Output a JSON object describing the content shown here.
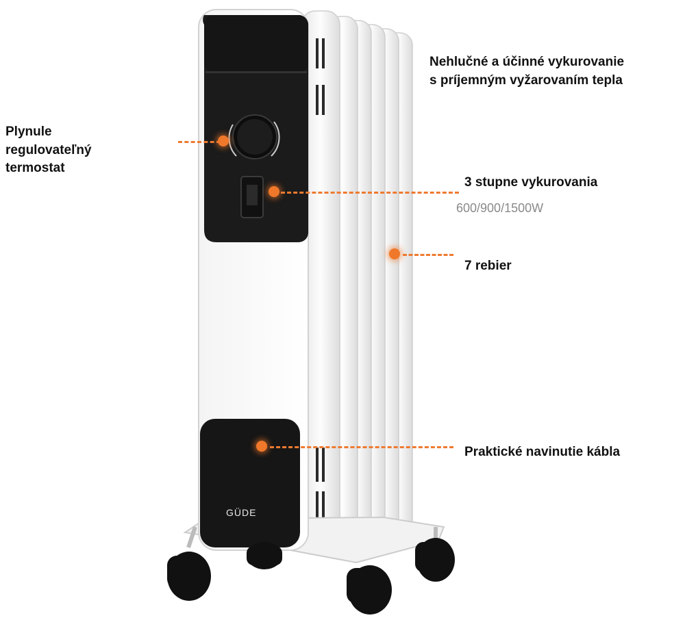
{
  "product": {
    "brand_logo": "GÜDE",
    "callouts": {
      "silent_heating": {
        "line1": "Nehlučné a účinné vykurovanie",
        "line2": "s príjemným vyžarovaním tepla"
      },
      "thermostat": {
        "line1": "Plynule",
        "line2": "regulovateľný",
        "line3": "termostat"
      },
      "heating_levels": {
        "title": "3 stupne vykurovania",
        "detail": "600/900/1500W"
      },
      "fins": {
        "title": "7 rebier"
      },
      "cable_winding": {
        "title": "Praktické navinutie kábla"
      }
    },
    "colors": {
      "accent": "#f0782a",
      "panel": "#1a1a1a",
      "body": "#f5f5f5"
    }
  }
}
